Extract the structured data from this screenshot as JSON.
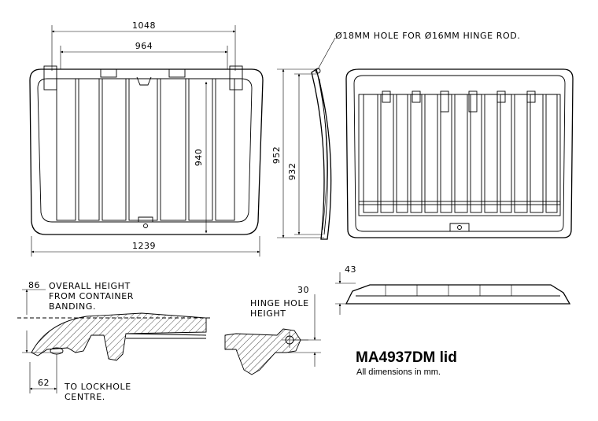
{
  "title": "MA4937DM lid",
  "subtitle": "All dimensions in mm.",
  "dimensions": {
    "outer_width": "1048",
    "inner_width": "964",
    "base_width": "1239",
    "inner_depth": "940",
    "side_depth_outer": "952",
    "side_depth_inner": "932",
    "lid_thickness": "43",
    "overall_height": "86",
    "hinge_height": "30",
    "lockhole_offset": "62"
  },
  "notes": {
    "hinge_hole": "Ø18MM HOLE FOR Ø16MM HINGE ROD.",
    "overall_height_1": "OVERALL HEIGHT",
    "overall_height_2": "FROM CONTAINER",
    "overall_height_3": "BANDING.",
    "hinge_hole_height_1": "HINGE HOLE",
    "hinge_hole_height_2": "HEIGHT",
    "lockhole_1": "TO LOCKHOLE",
    "lockhole_2": "CENTRE."
  }
}
